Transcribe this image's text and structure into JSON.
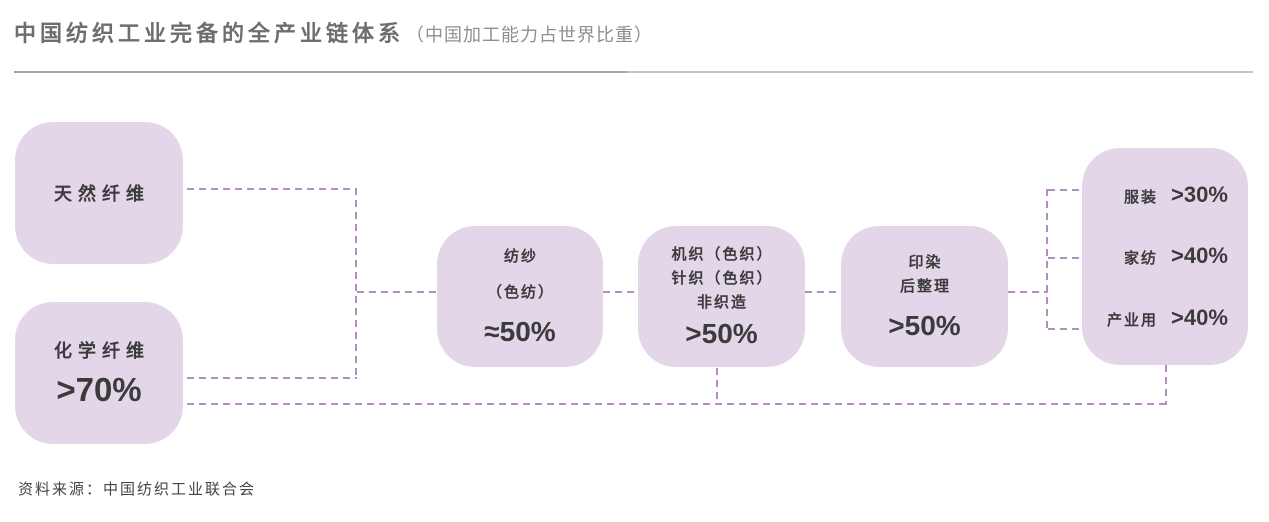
{
  "title": {
    "main": "中国纺织工业完备的全产业链体系",
    "sub": "（中国加工能力占世界比重）"
  },
  "source": "资料来源：中国纺织工业联合会",
  "colors": {
    "node_fill": "#e3d6e9",
    "connector": "#b28fc0",
    "node_text": "#3b3b3b",
    "title_main": "#6e6e6e",
    "title_sub": "#8f8f8f"
  },
  "diagram": {
    "type": "flow",
    "nodes": {
      "natural_fiber": {
        "label": "天然纤维"
      },
      "chemical_fiber": {
        "label": "化学纤维",
        "value": ">70%"
      },
      "spinning": {
        "line1": "纺纱",
        "line2": "（色纺）",
        "value": "≈50%"
      },
      "fabric": {
        "line1": "机织（色织）",
        "line2": "针织（色织）",
        "line3": "非织造",
        "value": ">50%"
      },
      "dyeing": {
        "line1": "印染",
        "line2": "后整理",
        "value": ">50%"
      },
      "end_use": {
        "rows": [
          {
            "label": "服装",
            "value": ">30%"
          },
          {
            "label": "家纺",
            "value": ">40%"
          },
          {
            "label": "产业用",
            "value": ">40%"
          }
        ]
      }
    },
    "edges": [
      "天然纤维 → 纺纱",
      "化学纤维 → 纺纱",
      "化学纤维 → 终端（底部旁路）",
      "纺纱 → 机织/针织/非织造",
      "机织/针织/非织造 → 印染后整理",
      "机织/针织/非织造 → 终端（底部旁路）",
      "印染后整理 → 服装/家纺/产业用"
    ]
  }
}
